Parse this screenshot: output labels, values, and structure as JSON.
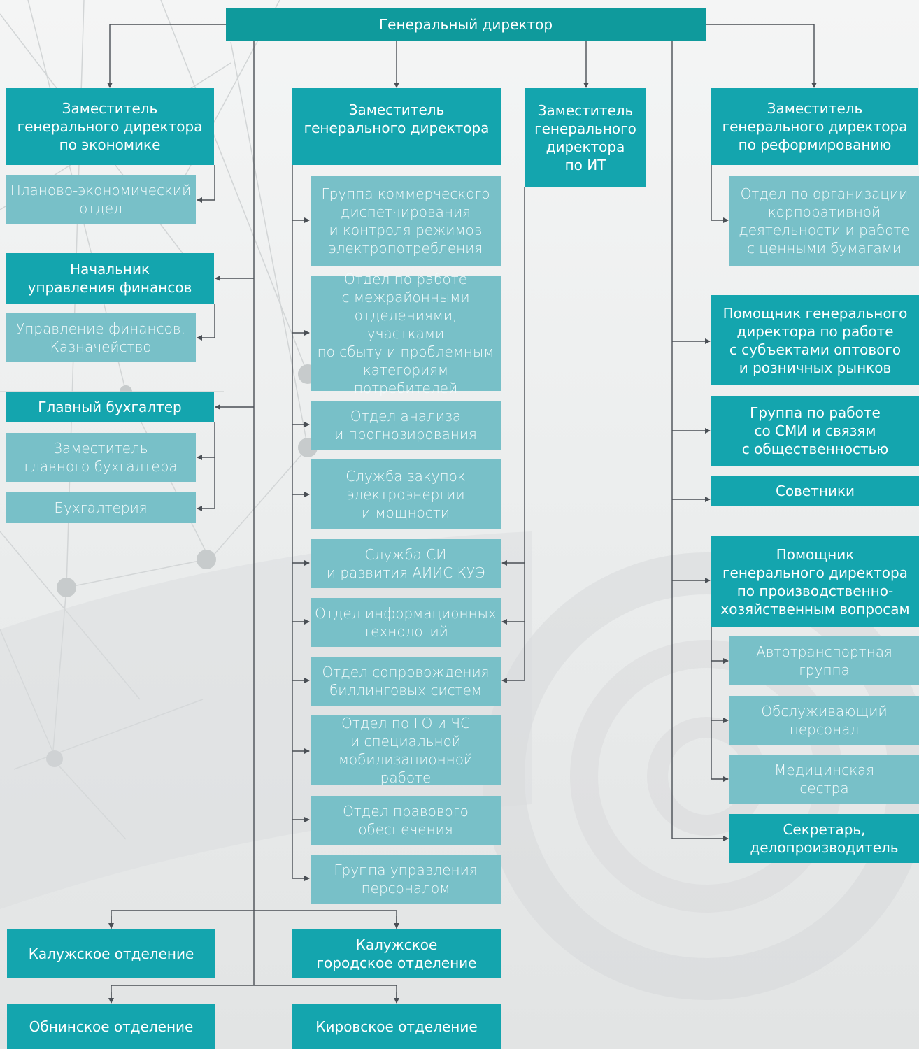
{
  "colors": {
    "head": "#0f9a9c",
    "primary": "#14a5ae",
    "secondary": "#78c0c8",
    "connector": "#4a4f55"
  },
  "ceo": "Генеральный директор",
  "deputies": {
    "economics": "Заместитель\nгенерального директора\nпо экономике",
    "general": "Заместитель\nгенерального директора",
    "it": "Заместитель\nгенерального\nдиректора\nпо ИТ",
    "reform": "Заместитель\nгенерального директора\nпо реформированию"
  },
  "left": {
    "planning": "Планово-экономический\nотдел",
    "finance_head": "Начальник\nуправления финансов",
    "finance_dept": "Управление финансов.\nКазначейство",
    "chief_accountant": "Главный бухгалтер",
    "deputy_accountant": "Заместитель\nглавного бухгалтера",
    "accounting": "Бухгалтерия"
  },
  "middle": [
    "Группа коммерческого\nдиспетчирования\nи контроля режимов\nэлектропотребления",
    "Отдел по работе\nс межрайонными\nотделениями, участками\nпо сбыту и проблемным\nкатегориям потребителей",
    "Отдел анализа\nи прогнозирования",
    "Служба закупок\nэлектроэнергии\nи мощности",
    "Служба СИ\nи развития АИИС КУЭ",
    "Отдел информационных\nтехнологий",
    "Отдел сопровождения\nбиллинговых систем",
    "Отдел по ГО и ЧС\nи специальной\nмобилизационной работе",
    "Отдел правового\nобеспечения",
    "Группа управления\nперсоналом"
  ],
  "right": {
    "securities": "Отдел по организации\nкорпоративной\nдеятельности и работе\nс ценными бумагами",
    "wholesale": "Помощник генерального\nдиректора по работе\nс субъектами оптового\nи розничных рынков",
    "media": "Группа по работе\nсо СМИ и связям\nс общественностью",
    "advisors": "Советники",
    "production_assistant": "Помощник\nгенерального директора\nпо производственно-\nхозяйственным вопросам",
    "transport": "Автотранспортная\nгруппа",
    "service": "Обслуживающий\nперсонал",
    "nurse": "Медицинская\nсестра",
    "secretary": "Секретарь,\nделопроизводитель"
  },
  "branches": {
    "kaluga": "Калужское отделение",
    "kaluga_city": "Калужское\nгородское отделение",
    "obninsk": "Обнинское отделение",
    "kirov": "Кировское отделение"
  }
}
